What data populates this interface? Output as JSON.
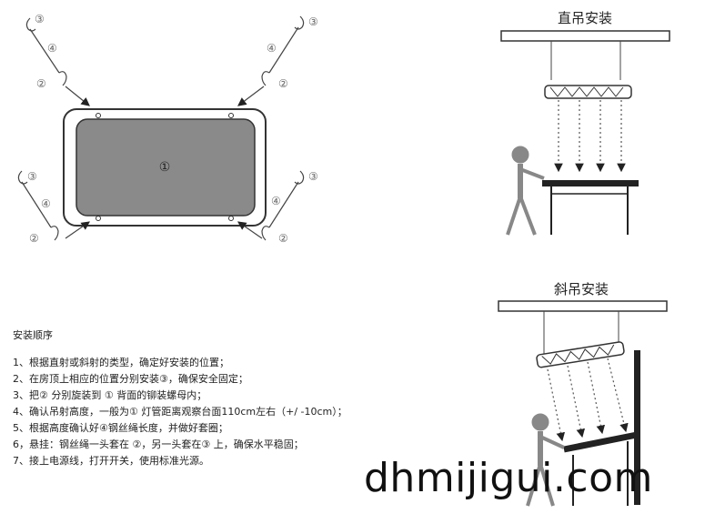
{
  "diagram": {
    "marker_table": "①",
    "marker_hook": "②",
    "marker_ceiling_hook": "③",
    "marker_wire": "④"
  },
  "straight_hang": {
    "title": "直吊安装"
  },
  "angled_hang": {
    "title": "斜吊安装"
  },
  "instructions": {
    "heading": "安装顺序",
    "steps": [
      "1、根据直射或斜射的类型，确定好安装的位置；",
      "2、在房顶上相应的位置分别安装③，确保安全固定；",
      "3、把② 分别旋装到 ① 背面的铆装螺母内；",
      "4、确认吊射高度，一般为① 灯管距离观察台面110cm左右（+/ -10cm）；",
      "5、根据高度确认好④钢丝绳长度，并做好套圈；",
      "6，悬挂：钢丝绳一头套在 ②，另一头套在③ 上，确保水平稳固；",
      "7、接上电源线，打开开关，使用标准光源。"
    ]
  },
  "watermark": "dhmijigui.com"
}
